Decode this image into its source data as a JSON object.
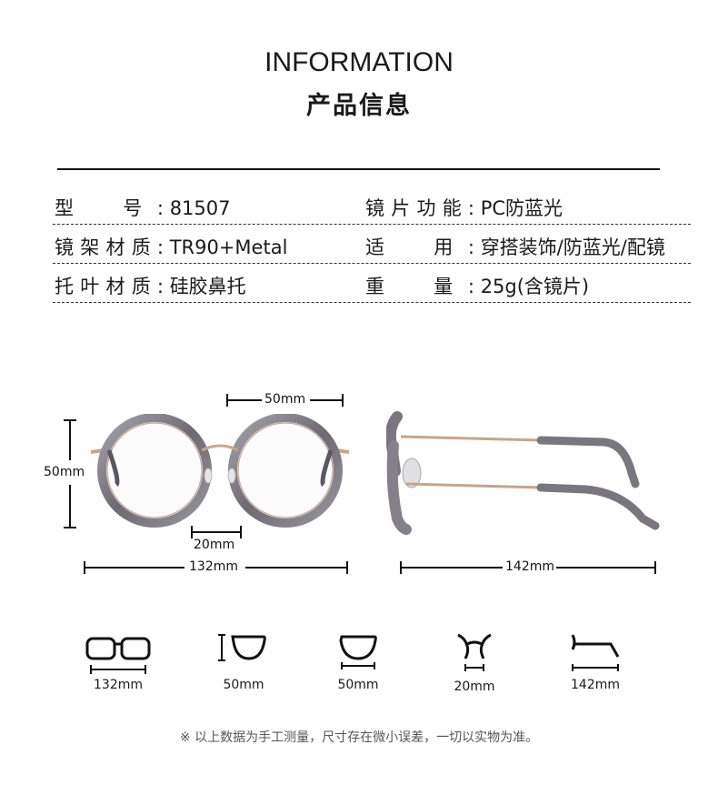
{
  "header": {
    "title_en": "INFORMATION",
    "title_cn": "产品信息"
  },
  "specs": [
    {
      "l_label": "型　号:",
      "l_value": "81507",
      "r_label": "镜片功能:",
      "r_value": "PC防蓝光"
    },
    {
      "l_label": "镜架材质:",
      "l_value": "TR90+Metal",
      "r_label": "适　用:",
      "r_value": "穿搭装饰/防蓝光/配镜"
    },
    {
      "l_label": "托叶材质:",
      "l_value": "硅胶鼻托",
      "r_label": "重　量:",
      "r_value": "25g(含镜片)"
    }
  ],
  "dimensions": {
    "lens_width": "50mm",
    "lens_height": "50mm",
    "bridge": "20mm",
    "frame_width": "132mm",
    "temple_length": "142mm"
  },
  "icons": [
    {
      "name": "frame-width-icon",
      "label": "132mm"
    },
    {
      "name": "lens-height-icon",
      "label": "50mm"
    },
    {
      "name": "lens-width-icon",
      "label": "50mm"
    },
    {
      "name": "bridge-icon",
      "label": "20mm"
    },
    {
      "name": "temple-icon",
      "label": "142mm"
    }
  ],
  "footnote": "※ 以上数据为手工测量，尺寸存在微小误差，一切以实物为准。",
  "colors": {
    "frame": "#7a7680",
    "metal": "#c9a48a",
    "text": "#1a1a1a"
  }
}
